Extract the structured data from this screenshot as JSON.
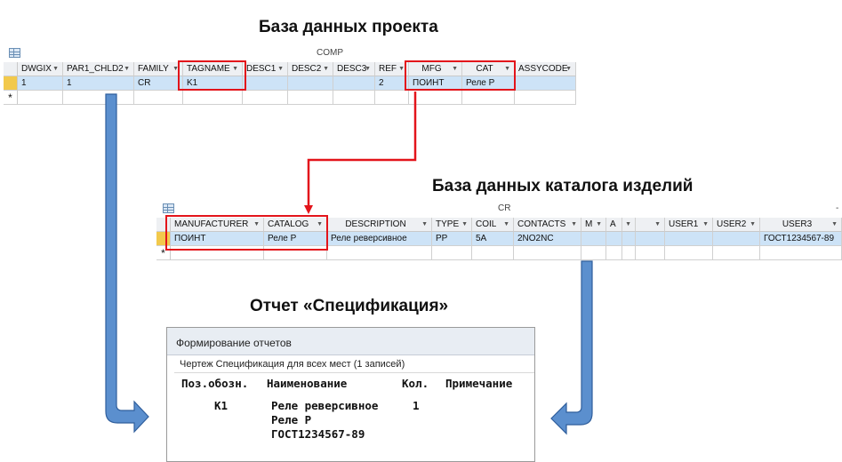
{
  "headings": {
    "project_db": "База данных проекта",
    "catalog_db": "База данных каталога изделий",
    "report": "Отчет «Спецификация»"
  },
  "comp_table": {
    "title": "COMP",
    "columns": [
      "DWGIX",
      "PAR1_CHLD2",
      "FAMILY",
      "TAGNAME",
      "DESC1",
      "DESC2",
      "DESC3",
      "REF",
      "MFG",
      "CAT",
      "ASSYCODE"
    ],
    "row": [
      "1",
      "1",
      "CR",
      "K1",
      "",
      "",
      "",
      "2",
      "ПОИНТ",
      "Реле Р",
      ""
    ],
    "new_row_marker": "*"
  },
  "cr_table": {
    "title": "CR",
    "columns": [
      "MANUFACTURER",
      "CATALOG",
      "DESCRIPTION",
      "TYPE",
      "COIL",
      "CONTACTS",
      "M",
      "A",
      "",
      "",
      "USER1",
      "USER2",
      "USER3"
    ],
    "row": [
      "ПОИНТ",
      "Реле Р",
      "Реле реверсивное",
      "PP",
      "5A",
      "2NO2NC",
      "",
      "",
      "",
      "",
      "",
      "",
      "ГОСТ1234567-89"
    ],
    "new_row_marker": "*",
    "window_edge": "-"
  },
  "report_window": {
    "title": "Формирование отчетов",
    "subtitle": "Чертеж Спецификация для всех мест (1 записей)",
    "columns": [
      "Поз.обозн.",
      "Наименование",
      "Кол.",
      "Примечание"
    ],
    "entry": {
      "position": "K1",
      "name_lines": [
        "Реле реверсивное",
        "Реле Р",
        "ГОСТ1234567-89"
      ],
      "qty": "1"
    }
  },
  "colors": {
    "highlight": "#e3141b",
    "arrow_fill": "#5b8fce",
    "arrow_stroke": "#2f5e9c",
    "selected_row": "#cde3f7",
    "row_selector": "#f2c94c"
  }
}
